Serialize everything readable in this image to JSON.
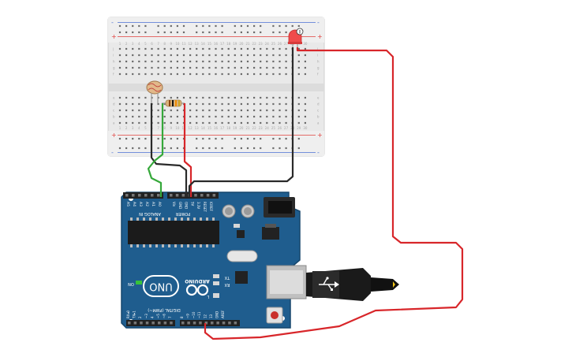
{
  "breadboard": {
    "rail_plus": "+",
    "rail_minus": "-",
    "row_letters_top": [
      "j",
      "i",
      "h",
      "g",
      "f"
    ],
    "row_letters_bottom": [
      "e",
      "d",
      "c",
      "b",
      "a"
    ],
    "column_count": 30,
    "column_labels": [
      "1",
      "2",
      "3",
      "4",
      "5",
      "6",
      "7",
      "8",
      "9",
      "10",
      "11",
      "12",
      "13",
      "14",
      "15",
      "16",
      "17",
      "18",
      "19",
      "20",
      "21",
      "22",
      "23",
      "24",
      "25",
      "26",
      "27",
      "28",
      "29",
      "30"
    ]
  },
  "arduino": {
    "brand": "ARDUINO",
    "model": "UNO",
    "section_analog": "ANALOG IN",
    "section_power": "POWER",
    "section_digital": "DIGITAL (PWM~)",
    "on_label": "ON",
    "tx_label": "TX",
    "rx_label": "RX",
    "l_label": "L",
    "analog_pins": [
      "A5",
      "A4",
      "A3",
      "A2",
      "A1",
      "A0"
    ],
    "power_pins": [
      "Vin",
      "GND",
      "GND",
      "5V",
      "3.3V",
      "RESET",
      "IOREF"
    ],
    "digital_pins_low": [
      "RX◂0",
      "TX▸1",
      "2",
      "~3",
      "4",
      "~5",
      "~6",
      "7"
    ],
    "digital_pins_high": [
      "8",
      "~9",
      "~10",
      "~11",
      "12",
      "13",
      "GND",
      "AREF"
    ]
  },
  "colors": {
    "wire_red": "#d8262a",
    "wire_black": "#2a2a2a",
    "wire_green": "#35a83a",
    "board_blue": "#1f5d8e",
    "breadboard_body": "#e8e8e8",
    "led_red": "#f04b4b"
  },
  "components": [
    "photoresistor-icon",
    "resistor-icon",
    "led-icon",
    "usb-cable-icon"
  ]
}
